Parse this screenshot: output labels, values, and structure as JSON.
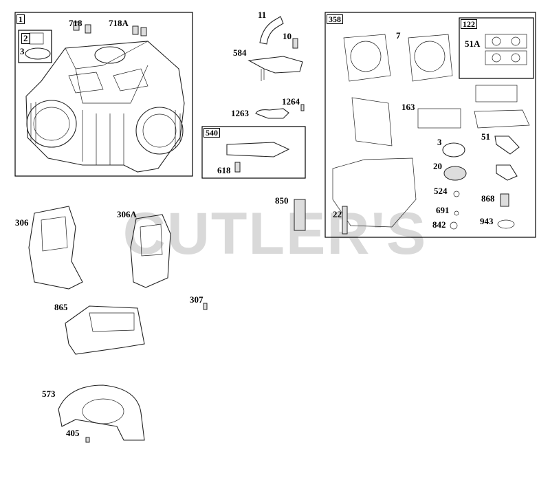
{
  "watermark": "CUTLER'S",
  "groups": {
    "g1": "1",
    "g540": "540",
    "g358": "358",
    "g122": "122"
  },
  "parts": {
    "p2": "2",
    "p3a": "3",
    "p718": "718",
    "p718A": "718A",
    "p11": "11",
    "p10": "10",
    "p584": "584",
    "p1264": "1264",
    "p1263": "1263",
    "p618": "618",
    "p850": "850",
    "p7": "7",
    "p51A": "51A",
    "p163": "163",
    "p3b": "3",
    "p51": "51",
    "p20": "20",
    "p524": "524",
    "p868": "868",
    "p691": "691",
    "p22": "22",
    "p842": "842",
    "p943": "943",
    "p306": "306",
    "p306A": "306A",
    "p865": "865",
    "p307": "307",
    "p573": "573",
    "p405": "405"
  }
}
